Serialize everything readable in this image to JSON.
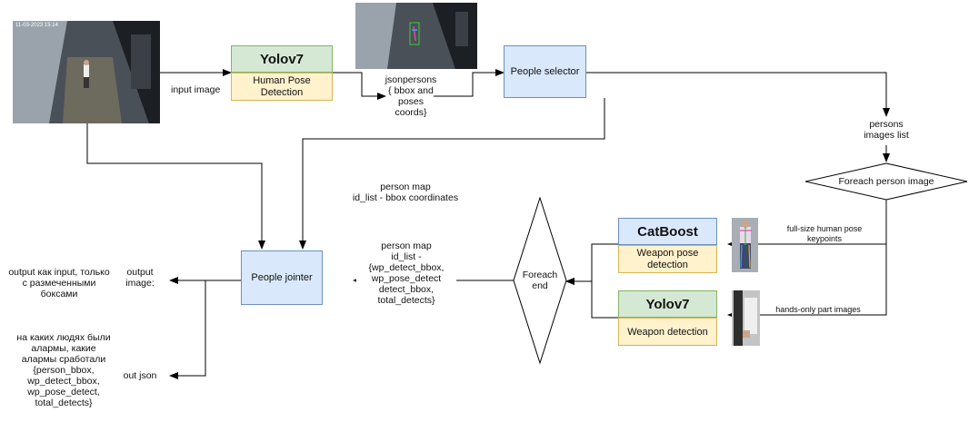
{
  "labels": {
    "input_image": "input image",
    "jsonpersons": "jsonpersons\n{ bbox and\nposes\ncoords}",
    "persons_images_list": "persons\nimages list",
    "person_map_top": "person map\nid_list - bbox coordinates",
    "full_size_keypoints": "full-size human pose\nkeypoints",
    "hands_only": "hands-only part images",
    "person_map_bottom": "person map\nid_list -\n{wp_detect_bbox,\nwp_pose_detect\ndetect_bbox,\ntotal_detects}",
    "output_image": "output\nimage:",
    "output_note": "output как input, только\nс размеченными\nбоксами",
    "out_json": "out json",
    "alarms_note": "на каких людях были\nалармы, какие\nалармы сработали\n{person_bbox,\nwp_detect_bbox,\nwp_pose_detect,\ntotal_detects}"
  },
  "nodes": {
    "yolo_pose": {
      "title": "Yolov7",
      "subtitle": "Human Pose\nDetection"
    },
    "people_selector": "People selector",
    "foreach_person": "Foreach person image",
    "catboost": {
      "title": "CatBoost",
      "subtitle": "Weapon pose\ndetection"
    },
    "yolo_weapon": {
      "title": "Yolov7",
      "subtitle": "Weapon detection"
    },
    "foreach_end": "Foreach\nend",
    "people_jointer": "People jointer"
  },
  "photos": {
    "input_timestamp": "11-03-2023 15:14"
  },
  "colors": {
    "blue_fill": "#dae8fc",
    "blue_stroke": "#6c8ebf",
    "green_fill": "#d5e8d4",
    "green_stroke": "#82b366",
    "yellow_fill": "#fff2cc",
    "yellow_stroke": "#d6b656",
    "line": "#000000"
  }
}
